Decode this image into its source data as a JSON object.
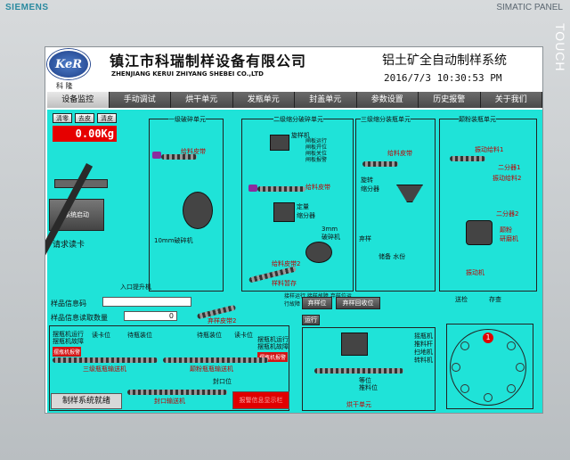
{
  "bezel": {
    "brand_left": "SIEMENS",
    "brand_right": "SIMATIC PANEL",
    "touch": "TOUCH"
  },
  "header": {
    "logo_text": "KeR",
    "logo_sub": "科 隆",
    "company_cn": "镇江市科瑞制样设备有限公司",
    "company_en": "ZHENJIANG KERUI ZHIYANG SHEBEI CO.,LTD",
    "system_title": "铝土矿全自动制样系统",
    "datetime": "2016/7/3  10:30:53  PM"
  },
  "nav": {
    "tabs": [
      {
        "label": "设备监控",
        "active": true
      },
      {
        "label": "手动调试"
      },
      {
        "label": "烘干单元"
      },
      {
        "label": "发瓶单元"
      },
      {
        "label": "封盖单元"
      },
      {
        "label": "参数设置"
      },
      {
        "label": "历史报警"
      },
      {
        "label": "关于我们"
      }
    ]
  },
  "scale": {
    "btn_zero": "清零",
    "btn_tare": "去皮",
    "btn_clear": "清皮",
    "weight": "0.00Kg"
  },
  "left": {
    "start_button": "系统启动",
    "read_card": "请求读卡",
    "elevator": "入口提升机",
    "sample_info_label": "样品信息码",
    "sample_count_label": "样品信息读取数量",
    "sample_count_value": "0"
  },
  "units": {
    "unit1_title": "一级破碎单元",
    "belt1": "给料皮带",
    "crusher1": "10mm破碎机",
    "unit2_title": "二级缩分破碎单元",
    "rotary_divider": "旋样机",
    "status_lines": [
      "闸板运行",
      "闸板开位",
      "闸板关位",
      "闸板报警"
    ],
    "belt2": "给料皮带",
    "divider2": "定量\n缩分器",
    "crusher2": "3mm\n破碎机",
    "belt3": "给料皮带2",
    "sample_rack": "样料暂存",
    "conveyor_status": "接样运行 接样故障 弃样位运行故障",
    "discard_belt": "弃样皮带2",
    "unit3_title": "三级缩分装瓶单元",
    "belt4": "给料皮带",
    "rotary2": "旋转\n缩分器",
    "discard": "弃样",
    "reserve": "储备 水份",
    "unit4_title": "颠粉装瓶单元",
    "vib_feeder": "振动给料1",
    "splitter1": "二分器1",
    "vib_feeder2": "振动给料2",
    "splitter2": "二分器2",
    "grinder": "颠粉\n研磨机",
    "vibrator": "振动机",
    "send": "送检",
    "store": "存查"
  },
  "buttons": {
    "discard_pos": "弃样位",
    "discard_recycle": "弃样回收位",
    "run": "运行"
  },
  "bottom": {
    "labels_row1": [
      "摆瓶机运行",
      "读卡位",
      "待瓶装位"
    ],
    "labels_row1b": [
      "摆瓶机故障",
      "待瓶装位"
    ],
    "alarm1": "摆瓶机报警",
    "conveyor3_label": "三级瓶瓶输送机",
    "labels_row2": [
      "读卡位",
      "待瓶装位"
    ],
    "labels_row2b": [
      "摆瓶机运行",
      "摆瓶机故障"
    ],
    "alarm2": "摆瓶机报警",
    "conveyor4_label": "颠粉瓶瓶输送机",
    "capper_label": "封口位",
    "capper_conveyor": "封口输送机",
    "system_status": "制样系统就绪",
    "alarm_box": "报警信息显示栏",
    "dryer": "烘干单元",
    "dryer_labels": [
      "摇瓶机",
      "推料杆",
      "扫地机",
      "转料机"
    ],
    "dryer_pos": [
      "等位",
      "推料位"
    ]
  },
  "carousel": {
    "active_pos": "1"
  }
}
